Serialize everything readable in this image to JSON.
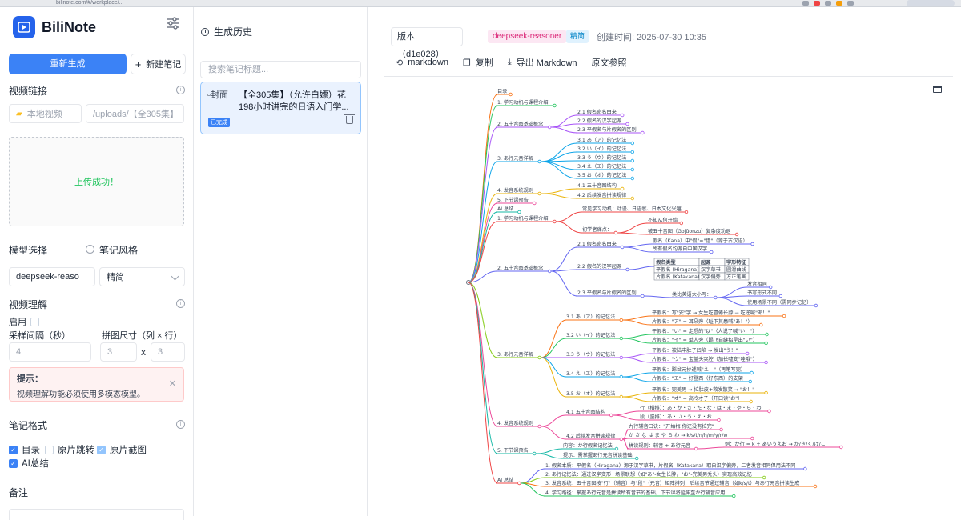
{
  "browser": {
    "url": "bilinote.com/#/workplace/..."
  },
  "sidebar": {
    "app_name": "BiliNote",
    "regenerate_label": "重新生成",
    "new_note_label": "新建笔记",
    "video_link_label": "视频链接",
    "source_option": "本地视频",
    "source_path": "/uploads/【全305集】",
    "upload_status": "上传成功！",
    "model_label": "模型选择",
    "style_label": "笔记风格",
    "model_value": "deepseek-reaso",
    "style_value": "精简",
    "video_understanding_label": "视频理解",
    "enable_label": "启用",
    "sample_interval_label": "采样间隔（秒）",
    "grid_size_label": "拼图尺寸（列 × 行）",
    "sample_interval_placeholder": "4",
    "grid_cols_placeholder": "3",
    "grid_rows_placeholder": "3",
    "grid_x": "x",
    "tip_title": "提示：",
    "tip_body": "视频理解功能必须使用多模态模型。",
    "note_format_label": "笔记格式",
    "format_toc": "目录",
    "format_jump": "原片跳转",
    "format_screenshot": "原片截图",
    "format_ai_summary": "AI总结",
    "remarks_label": "备注"
  },
  "history": {
    "title": "生成历史",
    "search_placeholder": "搜索笔记标题...",
    "items": [
      {
        "cover_alt": "封面",
        "title": "【全305集】（允许白嫖）花198小时讲完的日语入门学...",
        "status": "已完成"
      }
    ]
  },
  "note": {
    "version_label": "版本（d1e028）",
    "model_tag": "deepseek-reasoner",
    "style_tag": "精简",
    "created_at": "创建时间: 2025-07-30 10:35",
    "toolbar": {
      "markdown": "markdown",
      "copy": "复制",
      "export": "导出 Markdown",
      "reference": "原文参照"
    }
  },
  "mindmap": {
    "toc_title": "目录",
    "toc": [
      {
        "label": "1. 学习动机与课程介绍",
        "children": []
      },
      {
        "label": "2. 五十音图基础概念",
        "children": [
          "2.1 假名命名由来",
          "2.2 假名的汉字起源",
          "2.3 平假名与片假名的区别"
        ]
      },
      {
        "label": "3. あ行元音详解",
        "children": [
          "3.1 あ（ア）的记忆法",
          "3.2 い（イ）的记忆法",
          "3.3 う（ウ）的记忆法",
          "3.4 え（エ）的记忆法",
          "3.5 お（オ）的记忆法"
        ]
      },
      {
        "label": "4. 发音系统规则",
        "children": [
          "4.1 五十音图结构",
          "4.2 后续发音拼读规律"
        ]
      },
      {
        "label": "5. 下节课预告",
        "children": []
      },
      {
        "label": "AI 总结",
        "children": []
      }
    ],
    "s1": {
      "label": "1. 学习动机与课程介绍",
      "c1": "常见学习动机：动漫、日语歌、日本文化兴趣",
      "c2": "初学者痛点：",
      "c2a": "不知从何开始",
      "c2b": "被五十音图（Gojūonzu）复杂度劝退"
    },
    "s2": {
      "label": "2. 五十音图基础概念",
      "n1": "2.1 假名命名由来",
      "n1a": "假名（Kana）中\"假\"=\"借\"（源于古汉语）",
      "n1b": "所有假名均源自中国汉字",
      "n2": "2.2 假名的汉字起源",
      "table_headers": [
        "假名类型",
        "起源",
        "字形特征"
      ],
      "table_rows": [
        [
          "平假名 (Hiragana)",
          "汉字草书",
          "圆滑曲线"
        ],
        [
          "片假名 (Katakana)",
          "汉字偏旁",
          "方正笔画"
        ]
      ],
      "n3": "2.3 平假名与片假名的区别",
      "n3a": "类比英语大小写：",
      "n3a1": "发音相同",
      "n3a2": "书写形式不同",
      "n3a3": "使用场景不同（需同步记忆）"
    },
    "s3": {
      "label": "3. あ行元音详解",
      "items": [
        {
          "head": "3.1 あ（ア）的记忆法",
          "h": "平假名：写\"安\"字 → 女生吃冒傣长脖 → 吃逆喊\"あ！\"",
          "k": "片假名：\"ア\" = 耳朵旁（耻下其患喊\"あ！\"）"
        },
        {
          "head": "3.2 い（イ）的记忆法",
          "h": "平假名：\"い\" = 走悉的\"以\"（人说了喊\"い！\"）",
          "k": "片假名：\"イ\" = 单人旁（踢飞自缝招呈出\"い\"）"
        },
        {
          "head": "3.3 う（ウ）的记忆法",
          "h": "平假名：被陆中肚子凹陷 → 发出\"う！\"",
          "k": "片假名：\"ウ\" = 宝盖头突腔（加长嘘变\"哇哦\"）"
        },
        {
          "head": "3.4 え（エ）的记忆法",
          "h": "平假名：踩岔元抄遽喊\"え！\"（再笔写完）",
          "k": "片假名：\"エ\" = 好登西（好东西）的支架"
        },
        {
          "head": "3.5 お（オ）的记忆法",
          "h": "平假名：完美男 → 拉肚皮+救发散笑 → \"お！\"",
          "k": "片假名：\"オ\" = 高冷才子（开口读\"お\"）"
        }
      ]
    },
    "s4": {
      "label": "4. 发音系统规则",
      "n1": "4.1 五十音图结构",
      "n1a": "行（横排）：あ・か・さ・た・な・は・ま・や・ら・わ",
      "n1b": "段（竖排）：あ・い・う・え・お",
      "n2": "4.2 后续发音拼读规律",
      "n2a": "九行辅音口诀：\"开始梅 你还没有拉完\"",
      "n2b": "か さ な は ま や ら わ → k/s/t/n/h/m/y/r/w",
      "n2c": "拼读规则：辅音 + あ行元音",
      "n2d": "例：か行 = k + あいうえお → か/き/く/け/こ"
    },
    "s5": {
      "label": "5. 下节课预告",
      "a": "内容：か行假名记忆法",
      "b": "提示：需掌握あ行元音拼读基础"
    },
    "s6": {
      "label": "AI 总结",
      "items": [
        "1. 假名本质：平假名（Hiragana）源于汉字草书，片假名（Katakana）取自汉字偏旁，二者发音相同但用法不同",
        "2. あ行记忆法：通过汉字变形+场景联想（如\"あ\"-女生长脖，\"お\"-完美男秃头）实现高效记忆",
        "3. 发音系统：五十音图按\"行\"（辅音）与\"段\"（元音）矩阵排列，后续音节通过辅音（如k/s/t）与あ行元音拼读生成",
        "4. 学习路径：掌握あ行元音是拼读所有音节的基础，下节课将延伸至か行辅音应用"
      ]
    }
  }
}
